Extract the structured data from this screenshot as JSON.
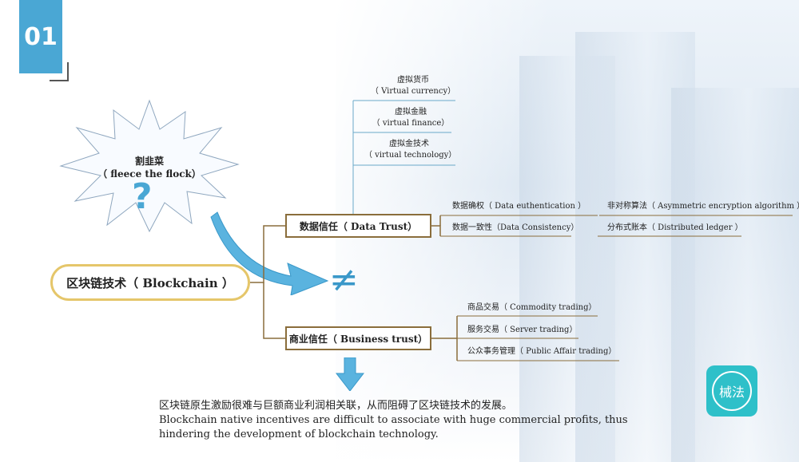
{
  "badge": {
    "number": "01"
  },
  "burst": {
    "title": "割韭菜",
    "subtitle": "（ fleece the flock）",
    "mark": "?"
  },
  "neq_symbol": "≠",
  "main_node": {
    "label": "区块链技术（ Blockchain ）"
  },
  "data_trust": {
    "label": "数据信任（ Data Trust）",
    "upper_items": [
      {
        "cn": "虚拟货币",
        "en": "（ Virtual currency）"
      },
      {
        "cn": "虚拟金融",
        "en": "（ virtual finance）"
      },
      {
        "cn": "虚拟金技术",
        "en": "（ virtual technology）"
      }
    ],
    "items": [
      "数据确权（ Data euthentication ）",
      "非对称算法（ Asymmetric encryption algorithm ）",
      "数据一致性（Data Consistency）",
      "分布式账本（ Distributed ledger ）"
    ]
  },
  "business_trust": {
    "label": "商业信任（ Business trust）",
    "items": [
      "商品交易（ Commodity trading）",
      "服务交易（ Server trading）",
      "公众事务管理（ Public Affair trading）"
    ]
  },
  "conclusion": {
    "cn": "区块链原生激励很难与巨额商业利润相关联，从而阻碍了区块链技术的发展。",
    "en": "Blockchain native incentives are difficult to associate with huge commercial profits, thus hindering the development of blockchain technology."
  },
  "logo": {
    "text": "械法"
  },
  "colors": {
    "accent_blue": "#4aa7d4",
    "teal_logo": "#2ec0c9",
    "main_border": "#e5c66a",
    "branch_brown": "#8a6d3b"
  }
}
